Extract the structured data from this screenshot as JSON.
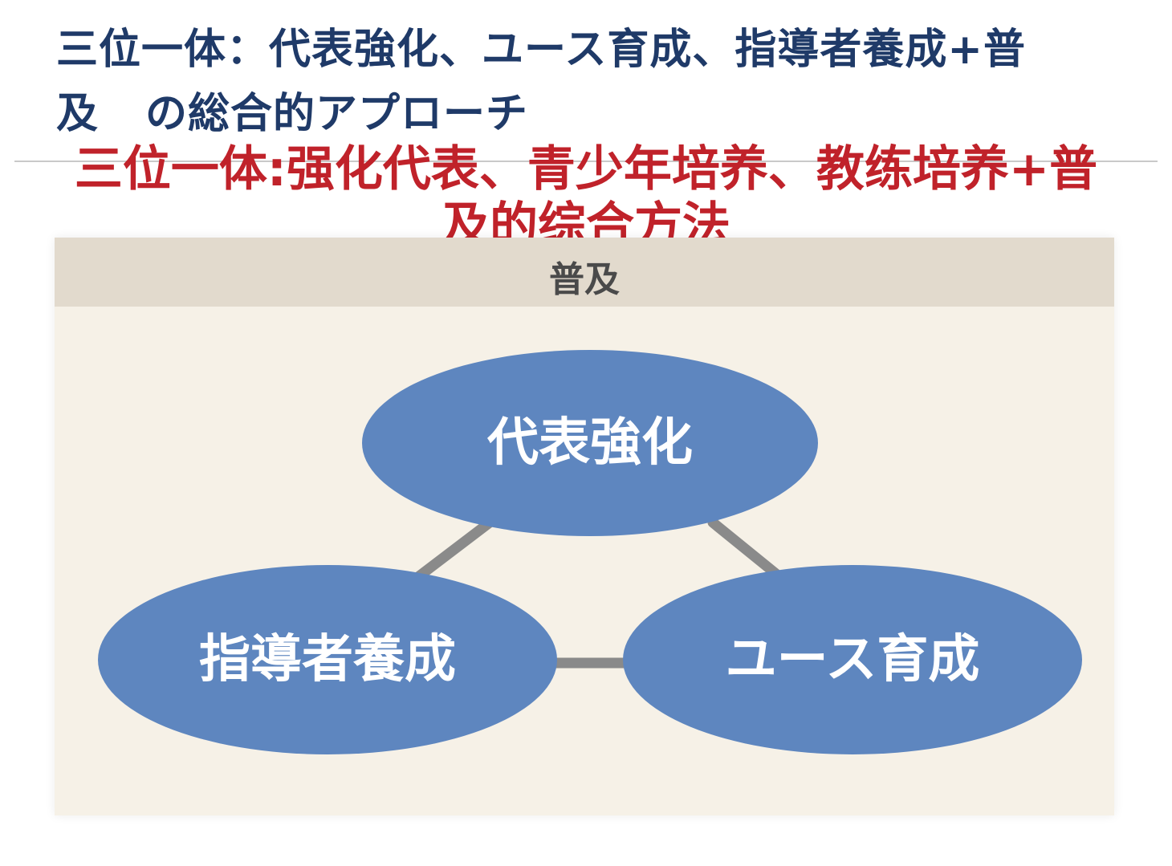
{
  "title_jp": {
    "line1": "三位一体：代表強化、ユース育成、指導者養成+普",
    "line2a": "及",
    "line2b": "の総合的アプローチ"
  },
  "title_zh": {
    "line1": "三位一体:强化代表、青少年培养、教练培养+普",
    "line2": "及的综合方法"
  },
  "panel": {
    "label": "普及"
  },
  "nodes": {
    "top": "代表強化",
    "left": "指導者養成",
    "right": "ユース育成"
  },
  "colors": {
    "node_fill": "#5e86bf",
    "connector": "#8a8a8a",
    "panel_bg": "#f6f1e7",
    "panel_header_bg": "#e2dacd",
    "title_jp": "#1f3a68",
    "title_zh": "#c0222a"
  }
}
